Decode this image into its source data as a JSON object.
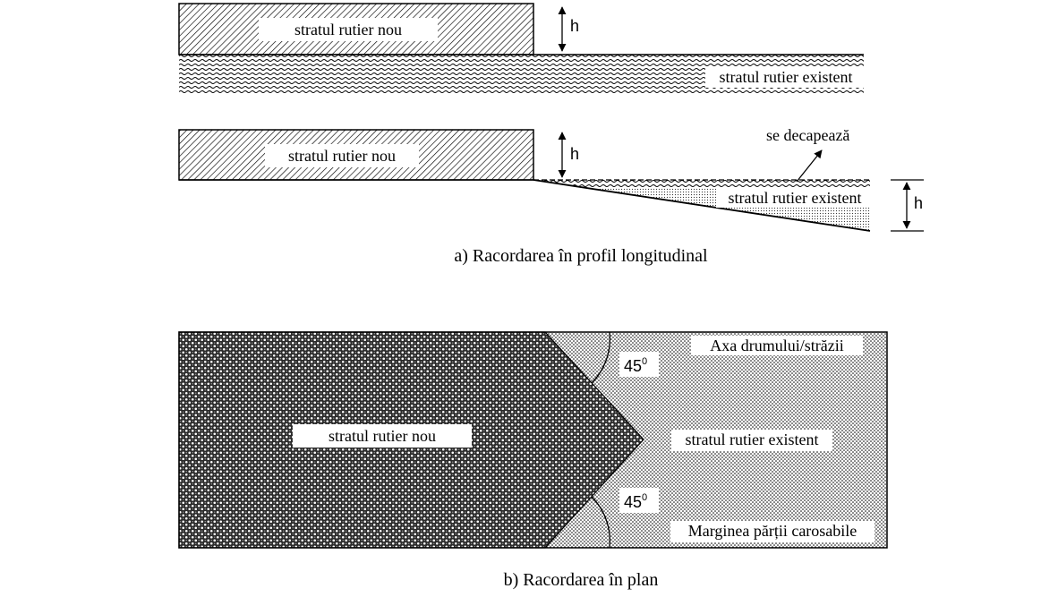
{
  "figure": {
    "part_a": {
      "caption": "a) Racordarea în profil longitudinal",
      "upper": {
        "new_layer_label": "stratul rutier nou",
        "existing_layer_label": "stratul rutier existent",
        "height_label": "h"
      },
      "lower": {
        "new_layer_label": "stratul rutier nou",
        "existing_layer_label": "stratul rutier existent",
        "height_label_left": "h",
        "height_label_right": "h",
        "callout_label": "se decapează"
      }
    },
    "part_b": {
      "caption": "b) Racordarea în plan",
      "new_layer_label": "stratul rutier nou",
      "existing_layer_label": "stratul rutier existent",
      "axis_label": "Axa drumului/străzii",
      "edge_label": "Marginea părții carosabile",
      "angle_top": "45",
      "angle_bottom": "45",
      "angle_unit": "0"
    }
  }
}
